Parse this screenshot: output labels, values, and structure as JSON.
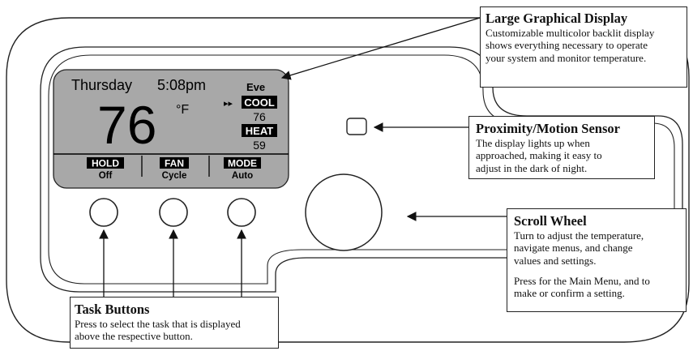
{
  "lcd": {
    "day": "Thursday",
    "time": "5:08pm",
    "temperature": "76",
    "unit": "°F",
    "period": "Eve",
    "active_indicator": "▸▸",
    "cool_label": "COOL",
    "cool_setpoint": "76",
    "heat_label": "HEAT",
    "heat_setpoint": "59",
    "tasks": [
      {
        "label": "HOLD",
        "value": "Off"
      },
      {
        "label": "FAN",
        "value": "Cycle"
      },
      {
        "label": "MODE",
        "value": "Auto"
      }
    ]
  },
  "callouts": {
    "display": {
      "title": "Large Graphical Display",
      "body": "Customizable multicolor backlit display\nshows everything necessary to operate\nyour system and monitor temperature."
    },
    "sensor": {
      "title": "Proximity/Motion Sensor",
      "body": "The display lights up when\napproached, making it easy to\nadjust in the dark of night."
    },
    "wheel": {
      "title": "Scroll Wheel",
      "body1": "Turn to adjust the temperature,\nnavigate menus, and change\nvalues and settings.",
      "body2": "Press for the Main Menu, and to\nmake or confirm a setting."
    },
    "buttons": {
      "title": "Task Buttons",
      "body": "Press to select the task that is displayed\nabove the respective button."
    }
  },
  "colors": {
    "lcd_background": "#a8a8a8",
    "line": "#222222"
  }
}
